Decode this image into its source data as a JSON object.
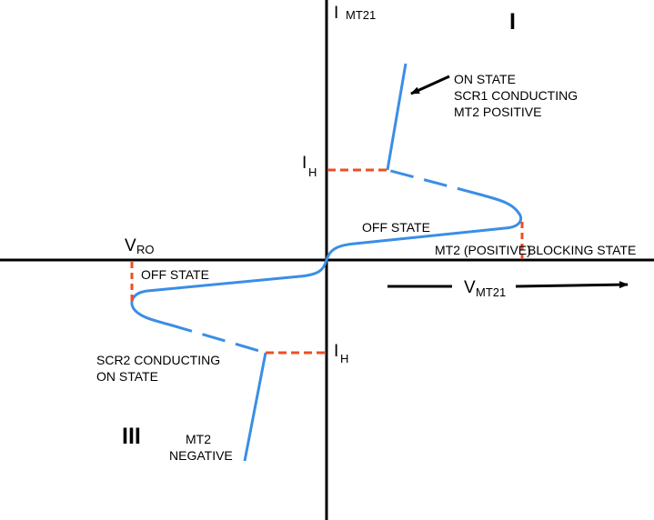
{
  "colors": {
    "curve": "#3a8ee6",
    "holding": "#f04e23",
    "axis": "#000000"
  },
  "axes": {
    "y_axis_label": "I",
    "y_axis_sub": "MT21",
    "x_axis_label": "V",
    "x_axis_sub": "MT21"
  },
  "quadrants": {
    "first": "I",
    "third": "III"
  },
  "labels": {
    "on_state_q1_line1": "ON STATE",
    "on_state_q1_line2": "SCR1 CONDUCTING",
    "on_state_q1_line3": "MT2 POSITIVE",
    "holding_q1": "I",
    "holding_q1_sub": "H",
    "holding_q3": "I",
    "holding_q3_sub": "H",
    "off_state_q1": "OFF STATE",
    "mt2_positive": "MT2 (POSITIVE)",
    "blocking_state": "BLOCKING STATE",
    "vro": "V",
    "vro_sub": "RO",
    "off_state_q3": "OFF STATE",
    "scr2_line1": "SCR2 CONDUCTING",
    "scr2_line2": "ON STATE",
    "mt2_negative_line1": "MT2",
    "mt2_negative_line2": "NEGATIVE"
  }
}
